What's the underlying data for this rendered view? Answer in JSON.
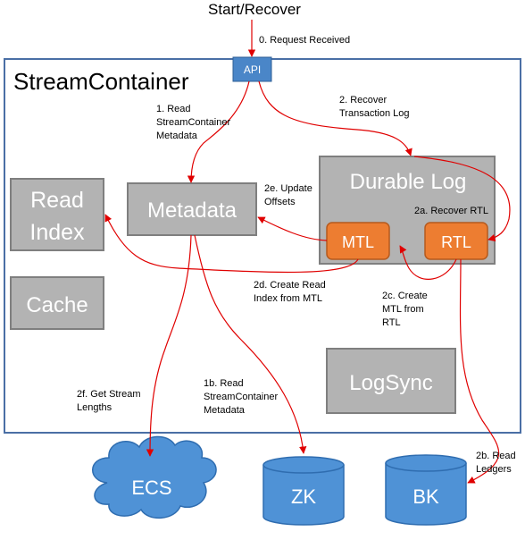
{
  "title": "Start/Recover",
  "container": {
    "label": "StreamContainer"
  },
  "nodes": {
    "api": "API",
    "read_index_line1": "Read",
    "read_index_line2": "Index",
    "metadata": "Metadata",
    "durable_log": "Durable Log",
    "mtl": "MTL",
    "rtl": "RTL",
    "cache": "Cache",
    "logsync": "LogSync",
    "ecs": "ECS",
    "zk": "ZK",
    "bk": "BK"
  },
  "edge_labels": {
    "e0": [
      "0. Request Received"
    ],
    "e1": [
      "1. Read",
      "StreamContainer",
      "Metadata"
    ],
    "e2": [
      "2. Recover",
      "Transaction Log"
    ],
    "e2e": [
      "2e. Update",
      "Offsets"
    ],
    "e2a": [
      "2a. Recover RTL"
    ],
    "e2d": [
      "2d. Create Read",
      "Index from MTL"
    ],
    "e2c": [
      "2c. Create",
      "MTL from",
      "RTL"
    ],
    "e2f": [
      "2f. Get Stream",
      "Lengths"
    ],
    "e1b": [
      "1b. Read",
      "StreamContainer",
      "Metadata"
    ],
    "e2b": [
      "2b. Read",
      "Ledgers"
    ]
  },
  "colors": {
    "container_border": "#4a6fa5",
    "gray_box": "#b3b3b3",
    "gray_border": "#7f7f7f",
    "api_fill": "#4a86c8",
    "orange_fill": "#ed7d31",
    "blue_shape": "#4f92d6",
    "arrow": "#e00000"
  }
}
